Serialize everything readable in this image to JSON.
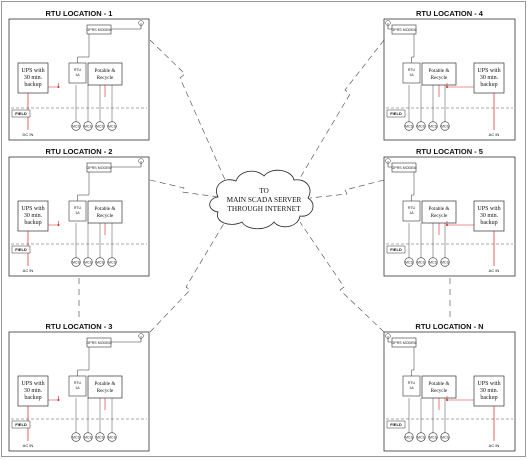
{
  "server": {
    "lines": [
      "TO",
      "MAIN SCADA SERVER",
      "THROUGH INTERNET"
    ]
  },
  "labels": {
    "modem": "GPRS MODEM",
    "rtu": [
      "RTU",
      "1A"
    ],
    "potable": [
      "Potable &",
      "Recycle"
    ],
    "ups": [
      "UPS with",
      "30 min.",
      "backup"
    ],
    "field": "FIELD",
    "mcs": "MCS"
  },
  "locations": [
    {
      "title": "RTU LOCATION - 1",
      "power": "DC IN"
    },
    {
      "title": "RTU LOCATION - 2",
      "power": "AC IN"
    },
    {
      "title": "RTU LOCATION - 3",
      "power": "AC IN"
    },
    {
      "title": "RTU LOCATION - 4",
      "power": "AC IN"
    },
    {
      "title": "RTU LOCATION - 5",
      "power": "AC IN"
    },
    {
      "title": "RTU LOCATION - N",
      "power": "AC IN"
    }
  ]
}
